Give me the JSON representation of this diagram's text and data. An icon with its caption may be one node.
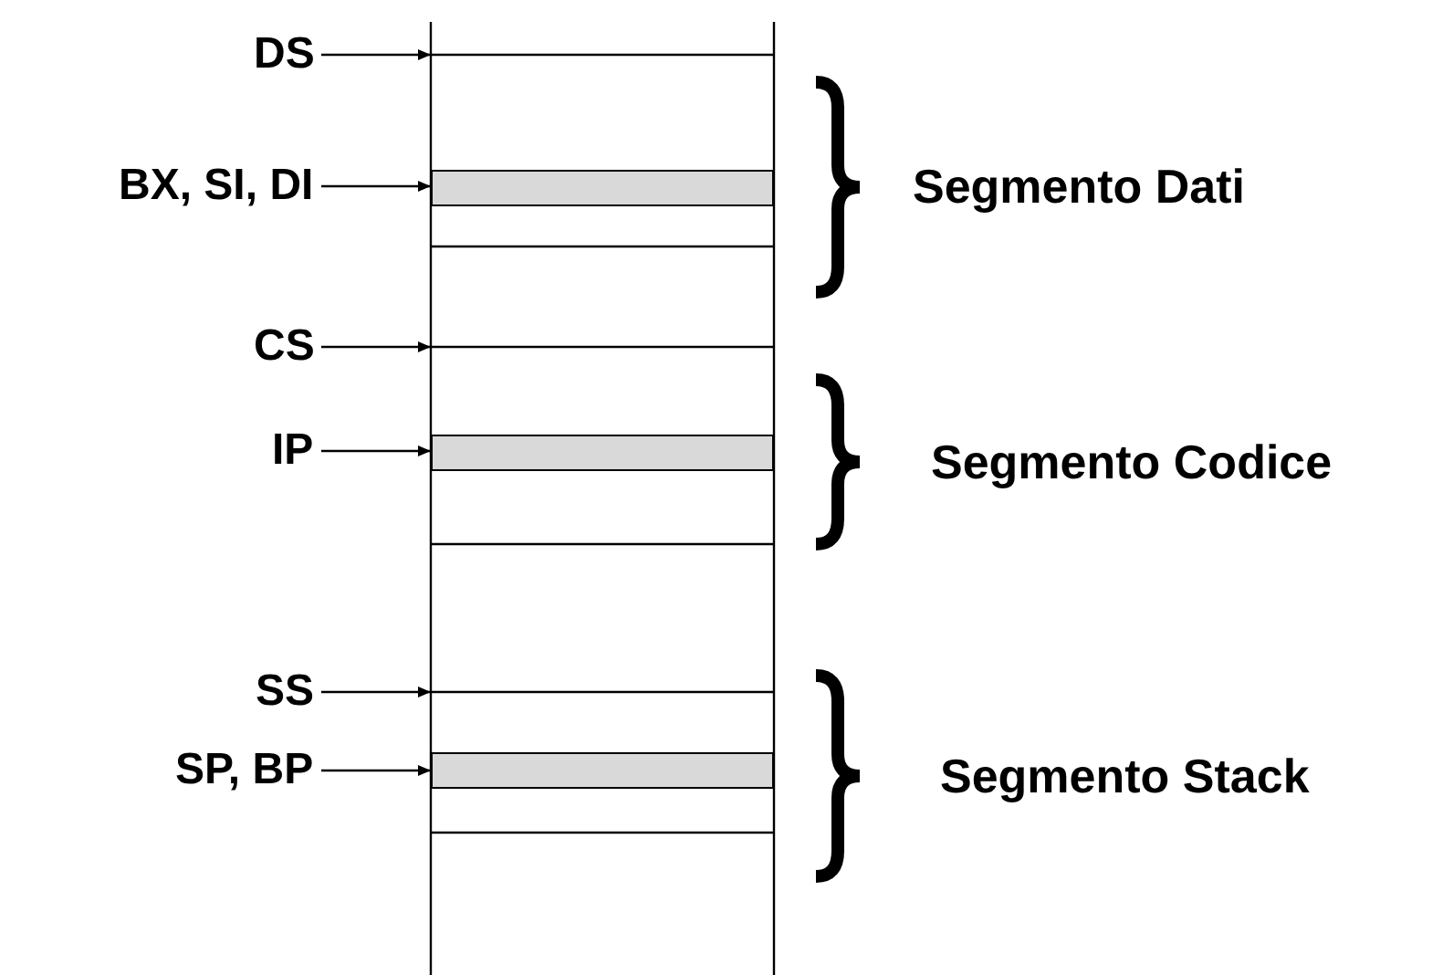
{
  "diagram": {
    "nodes": [
      {
        "text": [
          "DS"
        ]
      },
      {
        "text": [
          "BX, SI, DI"
        ]
      },
      {
        "text": [],
        "shape": "box"
      },
      {
        "text": [
          "CS"
        ]
      },
      {
        "text": [
          "IP"
        ]
      },
      {
        "text": [],
        "shape": "box"
      },
      {
        "text": [
          "SS"
        ]
      },
      {
        "text": [
          "SP, BP"
        ]
      },
      {
        "text": [],
        "shape": "box"
      }
    ],
    "edges": [
      {
        "from": 0,
        "to": null,
        "arrow": "to"
      },
      {
        "from": 1,
        "to": 2,
        "arrow": "to"
      },
      {
        "from": 3,
        "to": null,
        "arrow": "to"
      },
      {
        "from": 4,
        "to": 5,
        "arrow": "to"
      },
      {
        "from": 6,
        "to": null,
        "arrow": "to"
      },
      {
        "from": 7,
        "to": 8,
        "arrow": "to"
      }
    ],
    "labels": [
      "Segmento Dati",
      "Segmento Codice",
      "Segmento Stack"
    ]
  }
}
